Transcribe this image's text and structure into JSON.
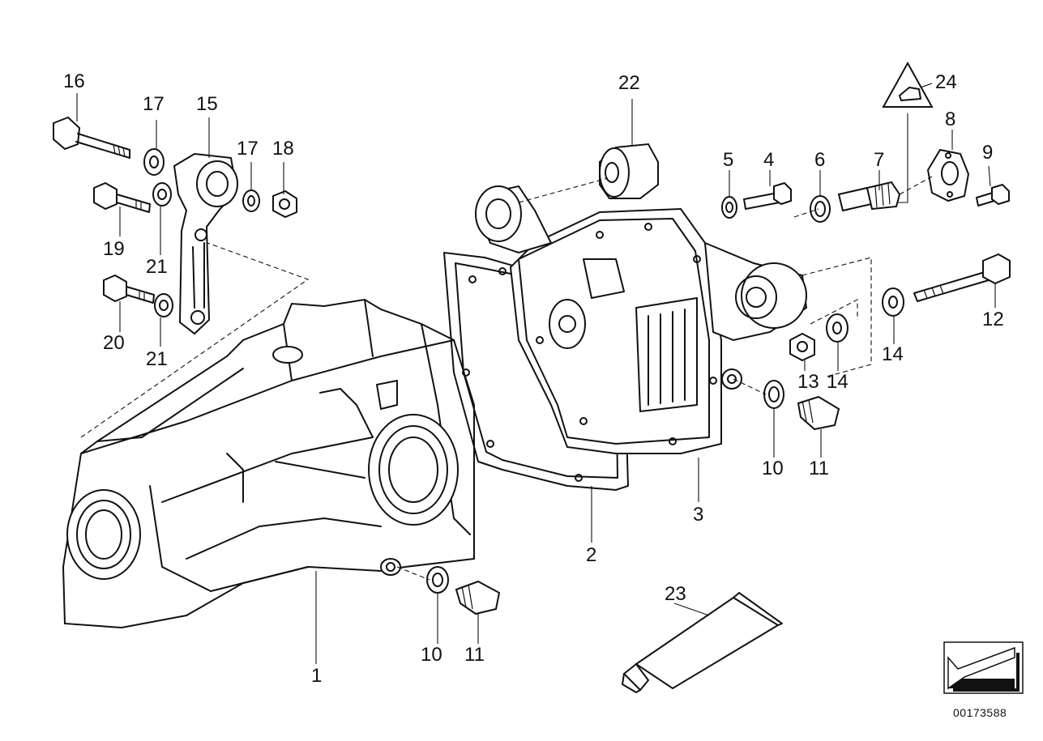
{
  "diagram": {
    "callouts": {
      "c1": "1",
      "c2": "2",
      "c3": "3",
      "c4": "4",
      "c5": "5",
      "c6": "6",
      "c7": "7",
      "c8": "8",
      "c9": "9",
      "c10a": "10",
      "c10b": "10",
      "c11a": "11",
      "c11b": "11",
      "c12": "12",
      "c13": "13",
      "c14a": "14",
      "c14b": "14",
      "c15": "15",
      "c16": "16",
      "c17a": "17",
      "c17b": "17",
      "c18": "18",
      "c19": "19",
      "c20": "20",
      "c21a": "21",
      "c21b": "21",
      "c22": "22",
      "c23": "23",
      "c24": "24"
    },
    "figure_id": "00173588"
  }
}
